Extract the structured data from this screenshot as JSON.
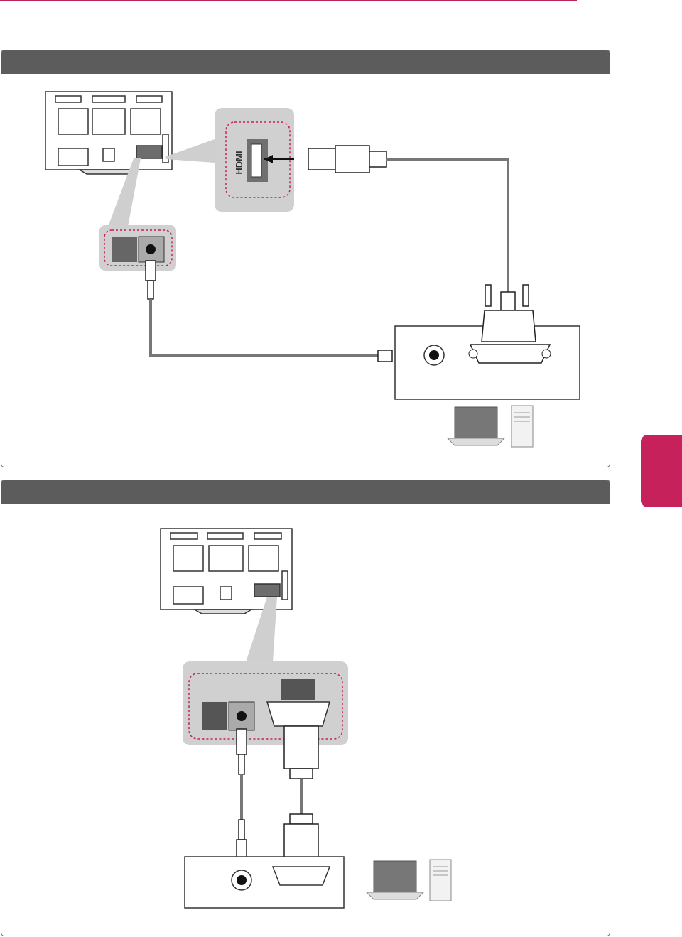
{
  "page": {
    "accent_color": "#c6215b",
    "panel_header_color": "#5c5c5c",
    "panels": [
      {
        "header_label": "",
        "tv_port_label": "HDMI",
        "devices": [
          "laptop-icon",
          "desktop-tower-icon"
        ],
        "connectors": [
          "hdmi-plug",
          "dvi-plug",
          "audio-jack"
        ]
      },
      {
        "header_label": "",
        "devices": [
          "laptop-icon",
          "desktop-tower-icon"
        ],
        "connectors": [
          "rgb-dsub-plug",
          "audio-jack"
        ]
      }
    ]
  }
}
